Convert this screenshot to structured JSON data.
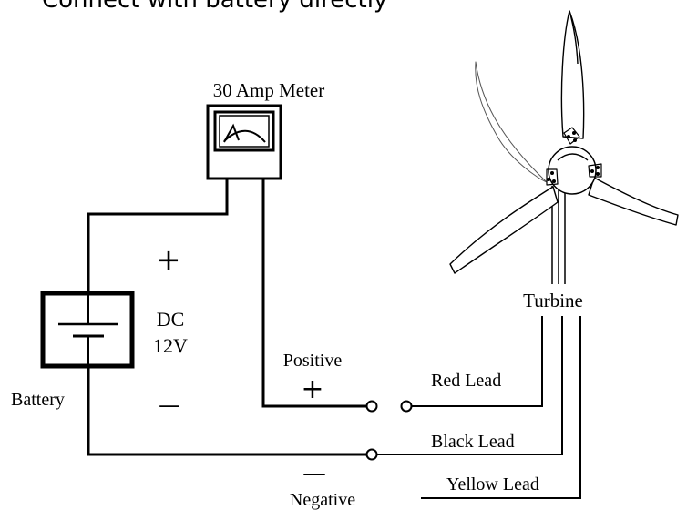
{
  "top_caption": "Connect with battery directly",
  "meter": {
    "label": "30 Amp Meter"
  },
  "battery": {
    "label": "Battery",
    "voltage_line1": "DC",
    "voltage_line2": "12V",
    "plus_sign": "+",
    "minus_sign": "—"
  },
  "terminals": {
    "positive_label": "Positive",
    "positive_sign": "+",
    "negative_label": "Negative",
    "negative_sign": "—"
  },
  "turbine": {
    "label": "Turbine"
  },
  "leads": [
    {
      "label": "Red Lead"
    },
    {
      "label": "Black Lead"
    },
    {
      "label": "Yellow Lead"
    }
  ],
  "icons": [
    "ammeter-icon",
    "battery-icon",
    "wind-turbine-icon"
  ]
}
